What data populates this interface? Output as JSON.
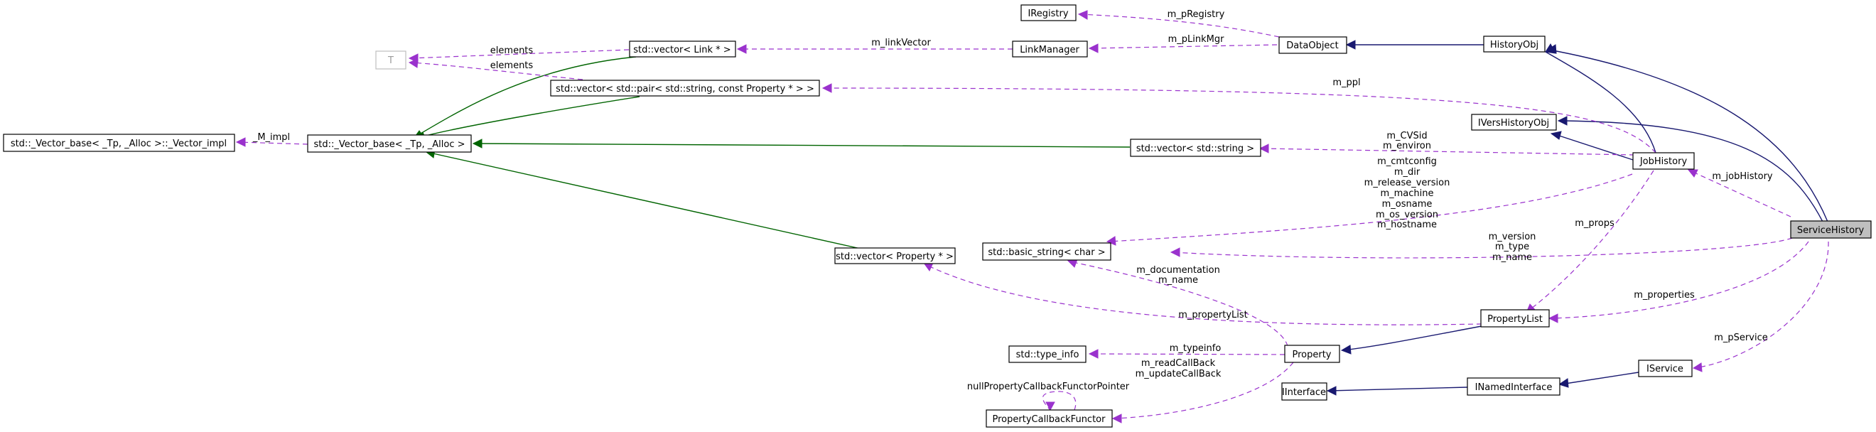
{
  "nodes": {
    "service_history": "ServiceHistory",
    "history_obj": "HistoryObj",
    "data_object": "DataObject",
    "iregistry": "IRegistry",
    "link_manager": "LinkManager",
    "vector_link": "std::vector< Link * >",
    "t": "T",
    "vector_pair": "std::vector< std::pair< std::string, const Property * > >",
    "vector_base": "std::_Vector_base< _Tp, _Alloc >",
    "vector_impl": "std::_Vector_base< _Tp, _Alloc >::_Vector_impl",
    "ivers_history_obj": "IVersHistoryObj",
    "job_history": "JobHistory",
    "vector_string": "std::vector< std::string >",
    "basic_string": "std::basic_string< char >",
    "vector_property": "std::vector< Property * >",
    "property_list": "PropertyList",
    "property": "Property",
    "type_info": "std::type_info",
    "property_callback_functor": "PropertyCallbackFunctor",
    "iinterface": "IInterface",
    "inamed_interface": "INamedInterface",
    "iservice": "IService"
  },
  "edge_labels": {
    "m_pregistry": "m_pRegistry",
    "m_plinkmgr": "m_pLinkMgr",
    "m_linkvector": "m_linkVector",
    "elements_1": "elements",
    "elements_2": "elements",
    "m_ppl": "m_ppl",
    "m_impl": "_M_impl",
    "cvs_lines": [
      "m_CVSid",
      "m_environ"
    ],
    "job_lines": [
      "m_cmtconfig",
      "m_dir",
      "m_release_version",
      "m_machine",
      "m_osname",
      "m_os_version",
      "m_hostname"
    ],
    "m_jobhistory": "m_jobHistory",
    "m_props": "m_props",
    "svc_lines": [
      "m_version",
      "m_type",
      "m_name"
    ],
    "prop_lines": [
      "m_documentation",
      "m_name"
    ],
    "m_propertylist": "m_propertyList",
    "m_properties": "m_properties",
    "m_pservice": "m_pService",
    "m_typeinfo": "m_typeinfo",
    "callback_lines": [
      "m_readCallBack",
      "m_updateCallBack"
    ],
    "null_functor": "nullPropertyCallbackFunctorPointer"
  },
  "colors": {
    "inheritance": "#191970",
    "template_instance": "#006400",
    "usage": "#9a32cd",
    "highlight_fill": "#bfbfbf",
    "muted_border": "#bfbfbf"
  }
}
